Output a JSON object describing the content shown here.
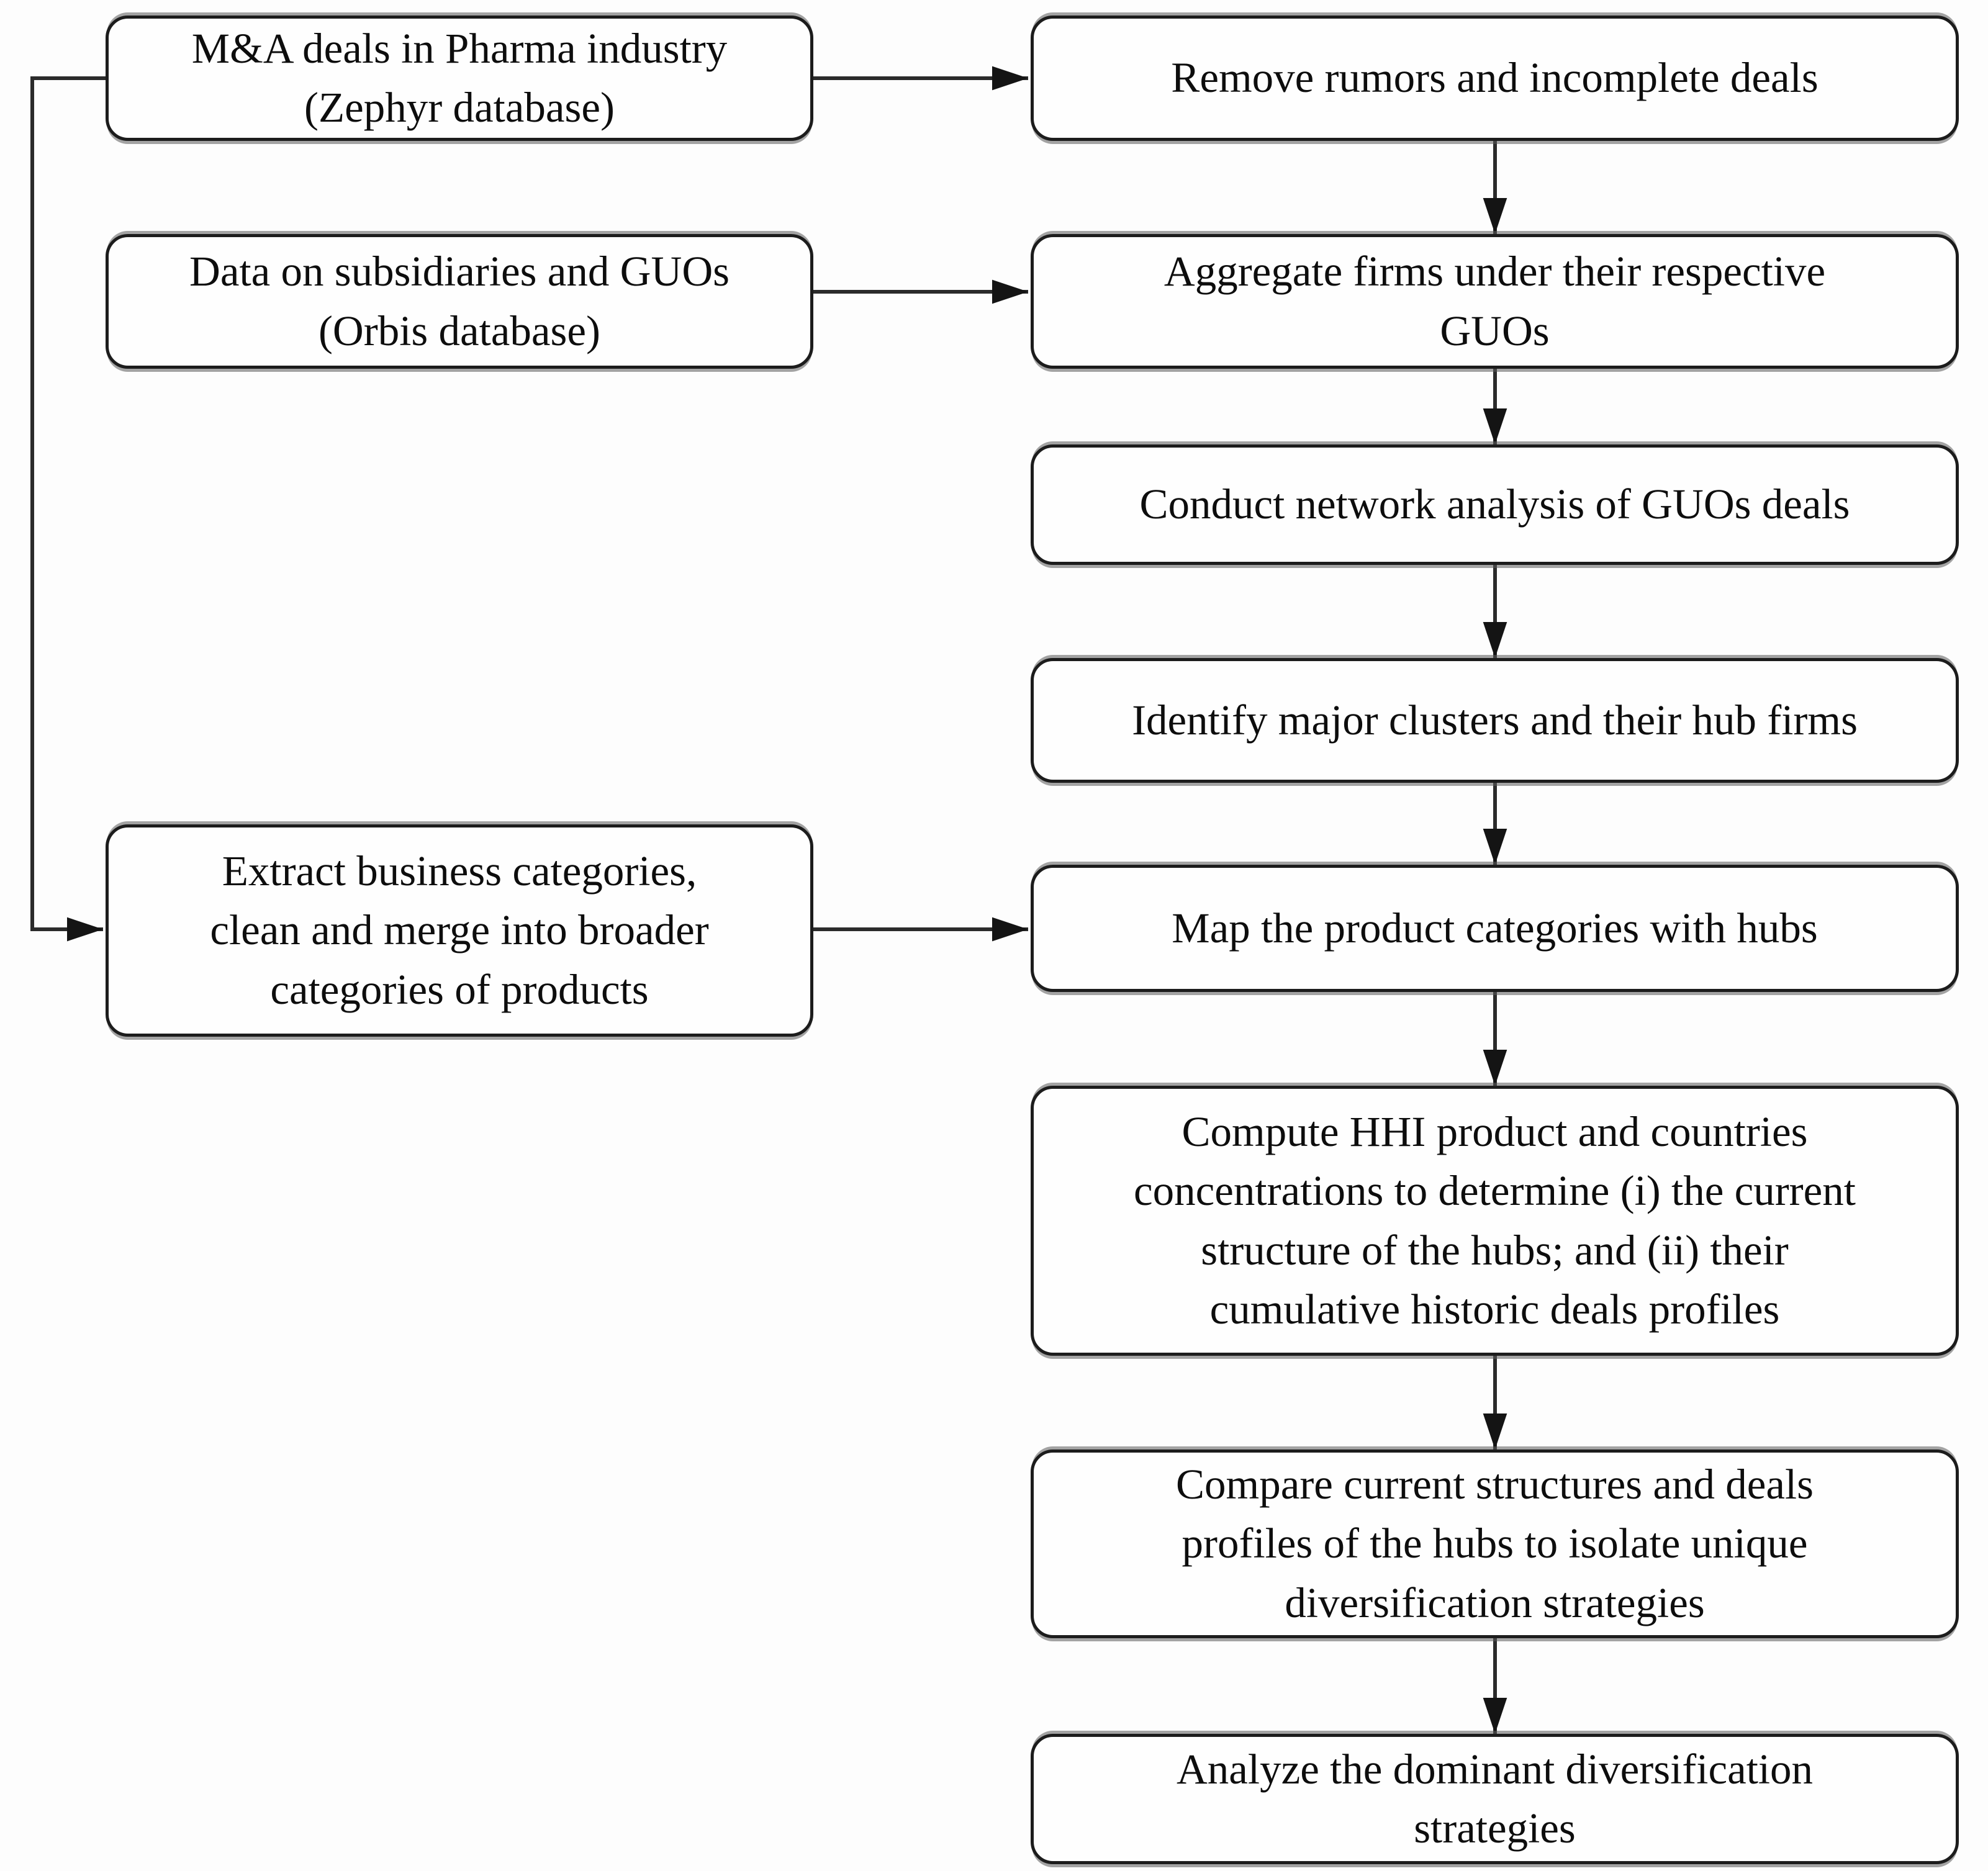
{
  "diagram": {
    "type": "flowchart",
    "nodes": {
      "ma_deals": {
        "text": "M&A deals in Pharma industry\n(Zephyr database)"
      },
      "subsidiaries_guos": {
        "text": "Data on subsidiaries and GUOs\n(Orbis database)"
      },
      "extract_categories": {
        "text": "Extract business categories,\nclean and merge into broader\ncategories of products"
      },
      "remove_rumors": {
        "text": "Remove rumors and incomplete deals"
      },
      "aggregate_firms": {
        "text": "Aggregate firms under their respective\nGUOs"
      },
      "network_analysis": {
        "text": "Conduct network analysis of GUOs deals"
      },
      "identify_clusters": {
        "text": "Identify major clusters and their hub firms"
      },
      "map_categories": {
        "text": "Map the product categories with hubs"
      },
      "compute_hhi": {
        "text": "Compute HHI product and countries\nconcentrations to determine (i) the current\nstructure of the hubs; and (ii) their\ncumulative historic deals profiles"
      },
      "compare_structures": {
        "text": "Compare current structures and deals\nprofiles of the hubs to isolate unique\ndiversification strategies"
      },
      "analyze_strategies": {
        "text": "Analyze the dominant diversification\nstrategies"
      }
    },
    "edges": [
      {
        "from": "ma_deals",
        "to": "remove_rumors"
      },
      {
        "from": "subsidiaries_guos",
        "to": "aggregate_firms"
      },
      {
        "from": "ma_deals",
        "to": "extract_categories"
      },
      {
        "from": "extract_categories",
        "to": "map_categories"
      },
      {
        "from": "remove_rumors",
        "to": "aggregate_firms"
      },
      {
        "from": "aggregate_firms",
        "to": "network_analysis"
      },
      {
        "from": "network_analysis",
        "to": "identify_clusters"
      },
      {
        "from": "identify_clusters",
        "to": "map_categories"
      },
      {
        "from": "map_categories",
        "to": "compute_hhi"
      },
      {
        "from": "compute_hhi",
        "to": "compare_structures"
      },
      {
        "from": "compare_structures",
        "to": "analyze_strategies"
      }
    ],
    "colors": {
      "line": "#2b2b2b",
      "box_border": "#1c1c1c",
      "box_fill": "#fefefe",
      "text": "#0d0d0d"
    }
  }
}
